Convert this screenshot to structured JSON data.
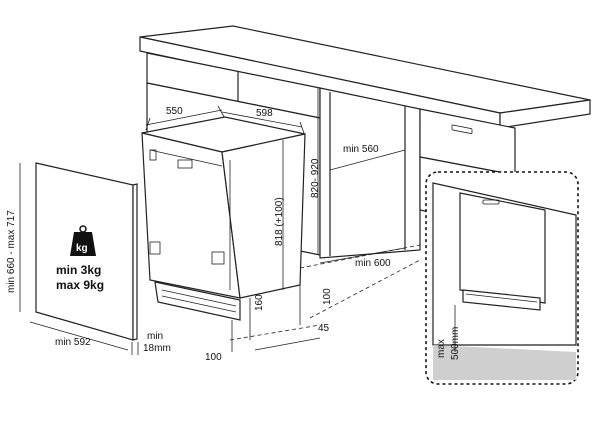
{
  "labels": {
    "depth_550": "550",
    "width_598": "598",
    "depth_min_560": "min 560",
    "height_820_920": "820- 920",
    "height_818": "818 (+100)",
    "width_min_600": "min 600",
    "door_height": "min 660 - max 717",
    "door_width": "min 592",
    "door_thickness_min": "min",
    "door_thickness_val": "18mm",
    "weight_min": "min  3kg",
    "weight_max": "max 9kg",
    "kg_icon": "kg",
    "plinth_160": "160",
    "plinth_100_v": "100",
    "plinth_45": "45",
    "plinth_100_h": "100",
    "max_label": "max",
    "max_500": "500mm"
  }
}
